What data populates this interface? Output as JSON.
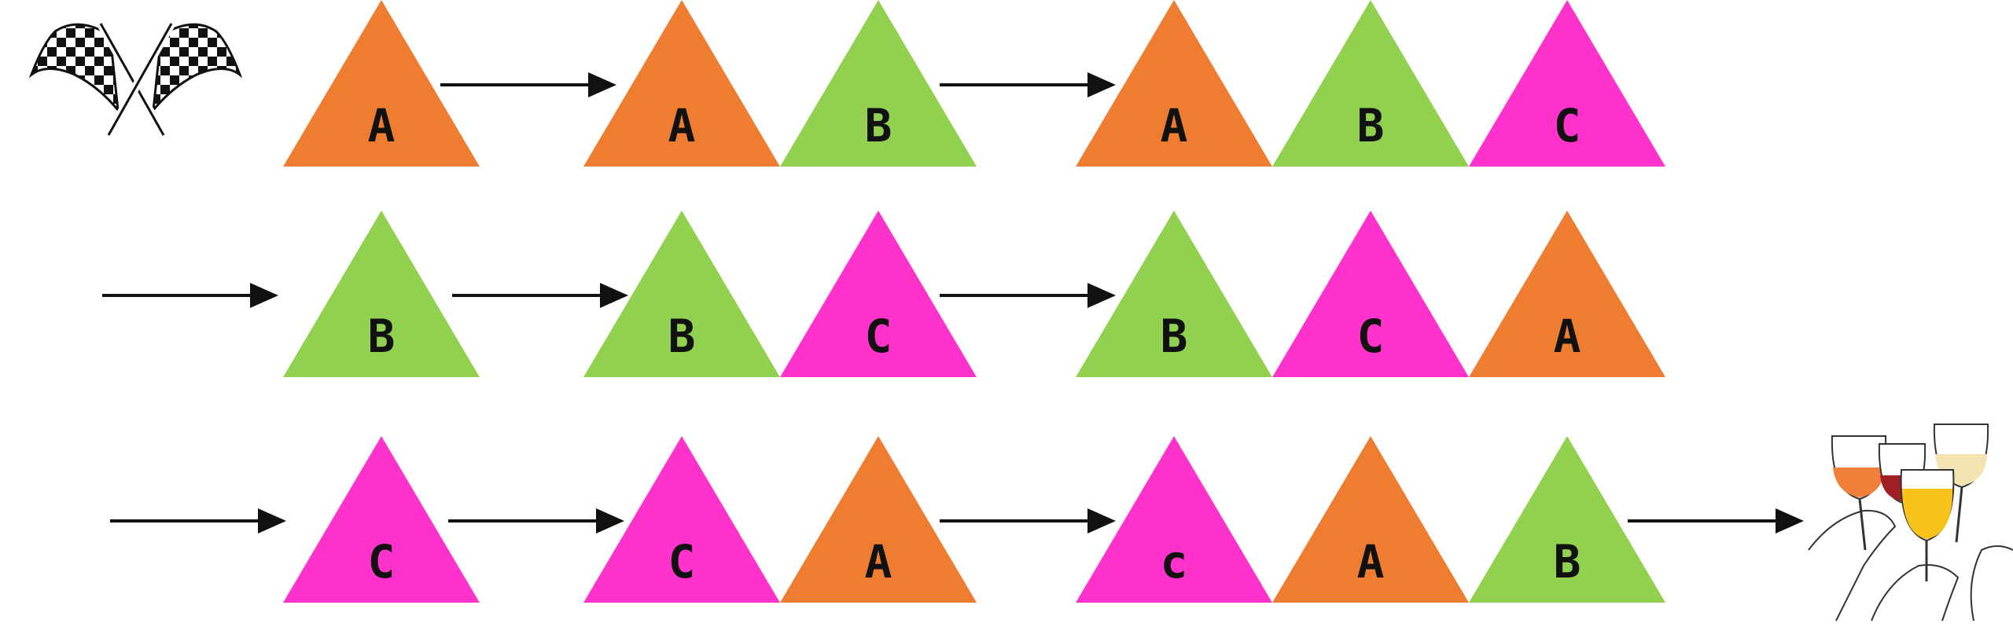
{
  "colors": {
    "A": "#ee7d32",
    "B": "#92d14f",
    "C": "#ff33cc",
    "arrow": "#111111",
    "label": "#111111"
  },
  "icons": {
    "start": "checkered-flags-icon",
    "finish": "wine-glasses-toast-icon"
  },
  "rows": [
    {
      "groups": [
        {
          "triangles": [
            {
              "key": "A",
              "label": "A"
            }
          ]
        },
        {
          "triangles": [
            {
              "key": "A",
              "label": "A"
            },
            {
              "key": "B",
              "label": "B"
            }
          ]
        },
        {
          "triangles": [
            {
              "key": "A",
              "label": "A"
            },
            {
              "key": "B",
              "label": "B"
            },
            {
              "key": "C",
              "label": "C"
            }
          ]
        }
      ]
    },
    {
      "groups": [
        {
          "triangles": [
            {
              "key": "B",
              "label": "B"
            }
          ]
        },
        {
          "triangles": [
            {
              "key": "B",
              "label": "B"
            },
            {
              "key": "C",
              "label": "C"
            }
          ]
        },
        {
          "triangles": [
            {
              "key": "B",
              "label": "B"
            },
            {
              "key": "C",
              "label": "C"
            },
            {
              "key": "A",
              "label": "A"
            }
          ]
        }
      ]
    },
    {
      "groups": [
        {
          "triangles": [
            {
              "key": "C",
              "label": "C"
            }
          ]
        },
        {
          "triangles": [
            {
              "key": "C",
              "label": "C"
            },
            {
              "key": "A",
              "label": "A"
            }
          ]
        },
        {
          "triangles": [
            {
              "key": "C",
              "label": "c"
            },
            {
              "key": "A",
              "label": "A"
            },
            {
              "key": "B",
              "label": "B"
            }
          ]
        }
      ]
    }
  ]
}
